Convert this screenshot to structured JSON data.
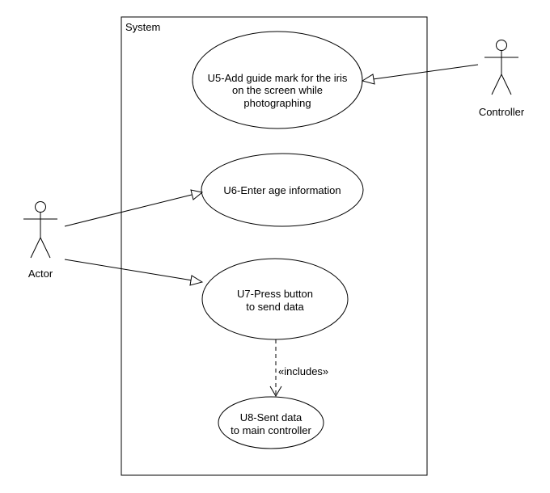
{
  "system": {
    "label": "System"
  },
  "actors": {
    "actor": {
      "label": "Actor"
    },
    "controller": {
      "label": "Controller"
    }
  },
  "use_cases": {
    "u5": {
      "lines": [
        "U5-Add guide mark for the iris",
        "on the screen while",
        "photographing"
      ]
    },
    "u6": {
      "lines": [
        "U6-Enter age information"
      ]
    },
    "u7": {
      "lines": [
        "U7-Press button",
        "to send data"
      ]
    },
    "u8": {
      "lines": [
        "U8-Sent data",
        "to main controller"
      ]
    }
  },
  "relations": {
    "includes_label": "«includes»"
  }
}
